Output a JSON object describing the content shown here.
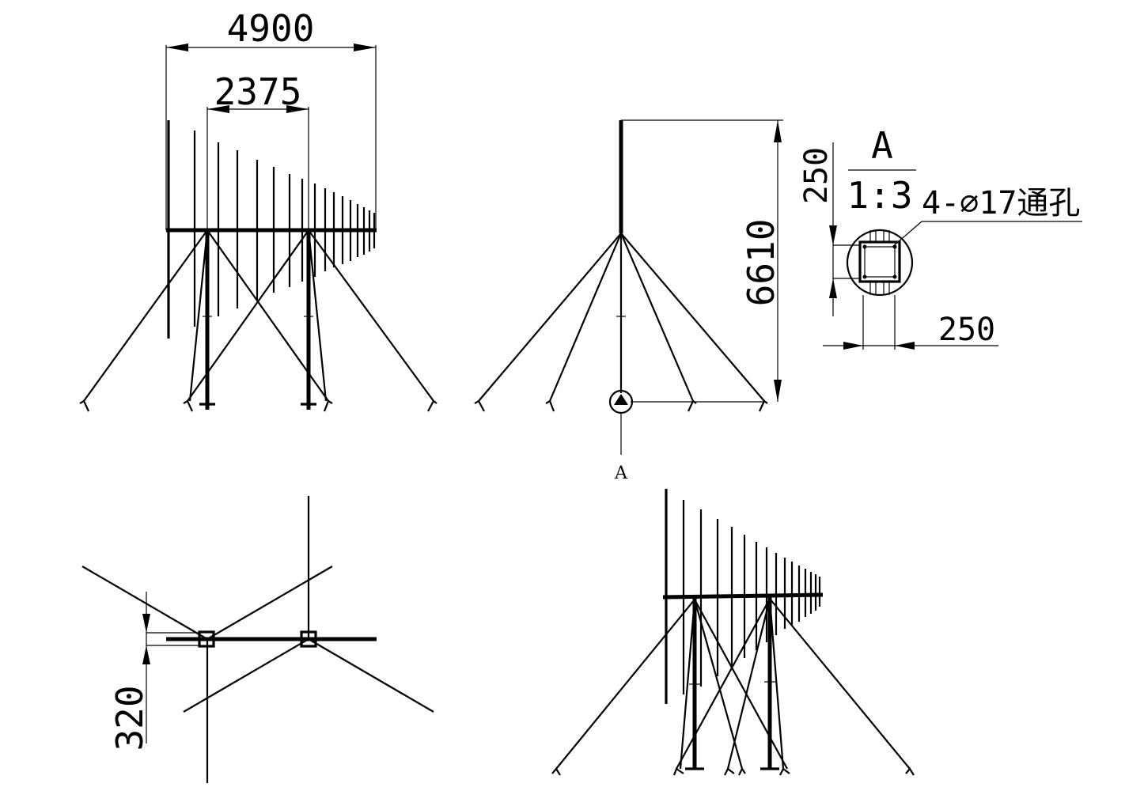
{
  "dimensions": {
    "overall_length": "4900",
    "boom_support_spacing": "2375",
    "total_height": "6610",
    "detail_height_offset": "250",
    "detail_width": "250",
    "plan_offset": "320"
  },
  "detail": {
    "section_label": "A",
    "scale": "1:3",
    "holes_note": "4-∅17通孔"
  },
  "section_marker": "A"
}
